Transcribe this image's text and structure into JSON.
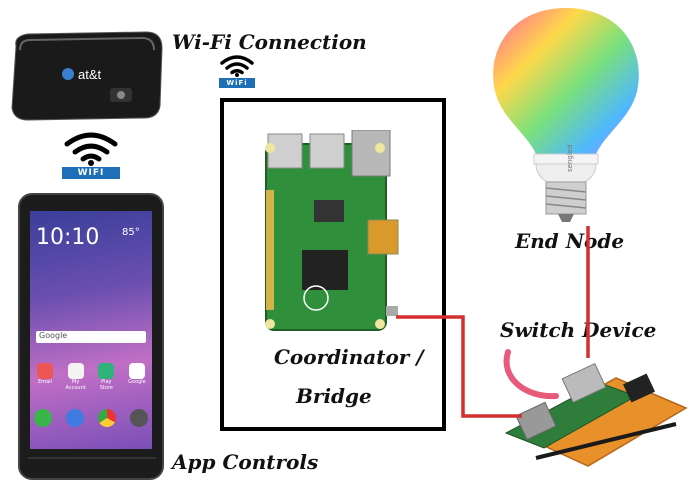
{
  "labels": {
    "wifi_connection": "Wi-Fi Connection",
    "end_node": "End Node",
    "switch_device": "Switch Device",
    "coordinator_line1": "Coordinator /",
    "coordinator_line2": "Bridge",
    "app_controls": "App Controls"
  },
  "wifi_badges": {
    "top": "WiFi",
    "phone": "WIFI"
  },
  "hotspot": {
    "brand": "at&t"
  },
  "phone_screen": {
    "time": "10:10",
    "temperature": "85°",
    "search_text": "Google",
    "apps_row1": [
      "Email",
      "My Account",
      "Play Store",
      "Google"
    ],
    "apps_row2": [
      "Phone",
      "Messages",
      "Chrome",
      "Camera"
    ]
  },
  "bulb": {
    "brand": "sengled"
  },
  "colors": {
    "wire_red": "#d32f2f",
    "box_border": "#000000",
    "wifi_blue": "#1e6fb8",
    "pcb_green": "#2f8f3a",
    "switch_orange": "#e8902a"
  }
}
